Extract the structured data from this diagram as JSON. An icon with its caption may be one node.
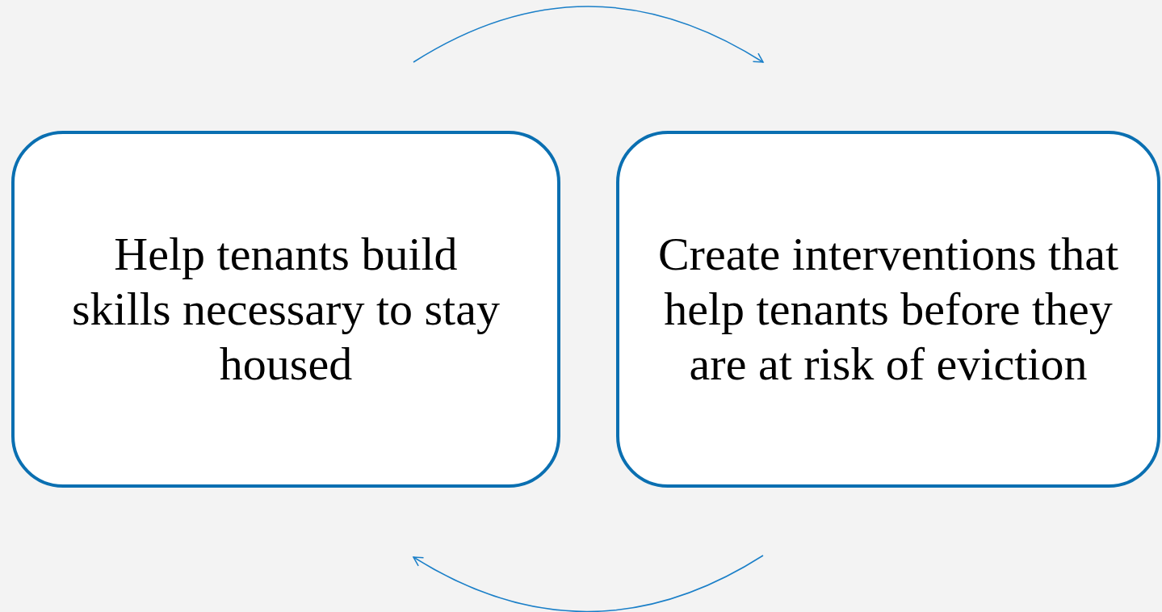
{
  "diagram": {
    "nodes": [
      {
        "text": [
          "Help tenants build skills necessary to stay housed"
        ]
      },
      {
        "text": [
          "Create interventions that help tenants before they are at risk of eviction"
        ]
      }
    ],
    "edges": [
      {
        "from": 0,
        "to": 1,
        "arrow": "to"
      },
      {
        "from": 1,
        "to": 0,
        "arrow": "to"
      }
    ]
  }
}
